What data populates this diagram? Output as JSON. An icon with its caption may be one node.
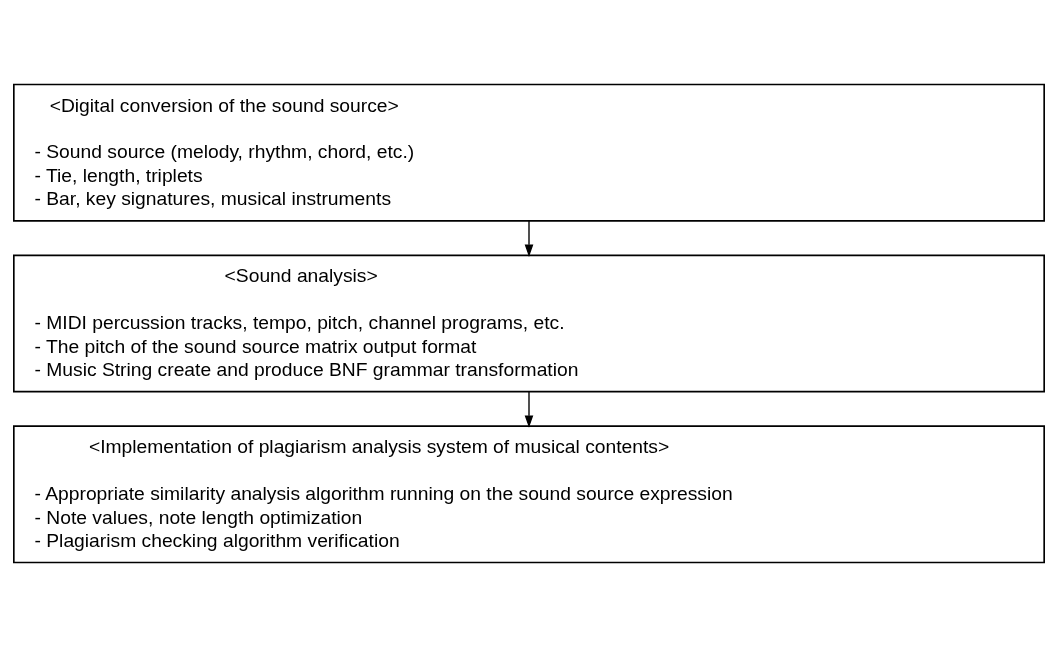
{
  "diagram": {
    "nodes": [
      {
        "text": [
          "<Digital conversion of the sound source>",
          "- Sound source (melody, rhythm, chord, etc.)",
          "- Tie, length, triplets",
          "- Bar, key signatures, musical instruments"
        ]
      },
      {
        "text": [
          "<Sound analysis>",
          "- MIDI percussion tracks, tempo, pitch, channel programs, etc.",
          "- The pitch of the sound source matrix output format",
          "- Music String create and produce BNF grammar transformation"
        ]
      },
      {
        "text": [
          "<Implementation of plagiarism analysis system of musical contents>",
          "- Appropriate similarity analysis algorithm running on the sound source expression",
          "- Note values, note length optimization",
          "- Plagiarism checking algorithm verification"
        ]
      }
    ],
    "edges": [
      {
        "from": 0,
        "to": 1,
        "arrow": "to"
      },
      {
        "from": 1,
        "to": 2,
        "arrow": "to"
      }
    ]
  }
}
